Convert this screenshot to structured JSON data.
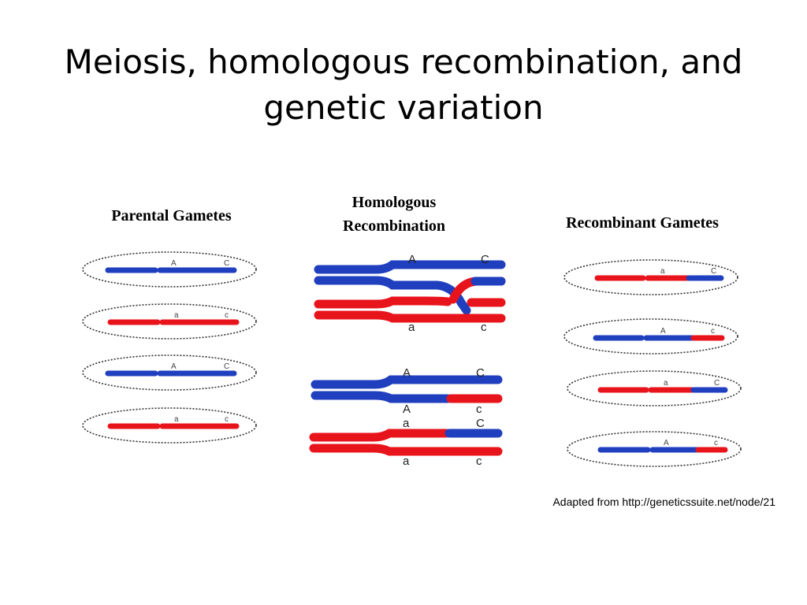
{
  "title_line1": "Meiosis, homologous recombination, and",
  "title_line2": "genetic variation",
  "labels": {
    "parental": "Parental Gametes",
    "homologous_line1": "Homologous",
    "homologous_line2": "Recombination",
    "recombinant": "Recombinant Gametes"
  },
  "credit": "Adapted from http://geneticssuite.net/node/21",
  "colors": {
    "blue": "#1f3fbf",
    "red": "#e8141c"
  },
  "alleles": {
    "A": "A",
    "a": "a",
    "C": "C",
    "c": "c"
  },
  "parental_gametes": [
    {
      "left": "A",
      "right": "C"
    },
    {
      "left": "a",
      "right": "c"
    },
    {
      "left": "A",
      "right": "C"
    },
    {
      "left": "a",
      "right": "c"
    }
  ],
  "recombinant_gametes": [
    {
      "left": "a",
      "right": "C"
    },
    {
      "left": "A",
      "right": "c"
    },
    {
      "left": "a",
      "right": "C"
    },
    {
      "left": "A",
      "right": "c"
    }
  ],
  "crossover_top": {
    "top_left": "A",
    "top_right": "C",
    "bottom_left": "a",
    "bottom_right": "c"
  },
  "crossover_result": {
    "upper_top_left": "A",
    "upper_top_right": "C",
    "upper_bottom_left": "A",
    "upper_bottom_right": "c",
    "lower_top_left": "a",
    "lower_top_right": "C",
    "lower_bottom_left": "a",
    "lower_bottom_right": "c"
  }
}
